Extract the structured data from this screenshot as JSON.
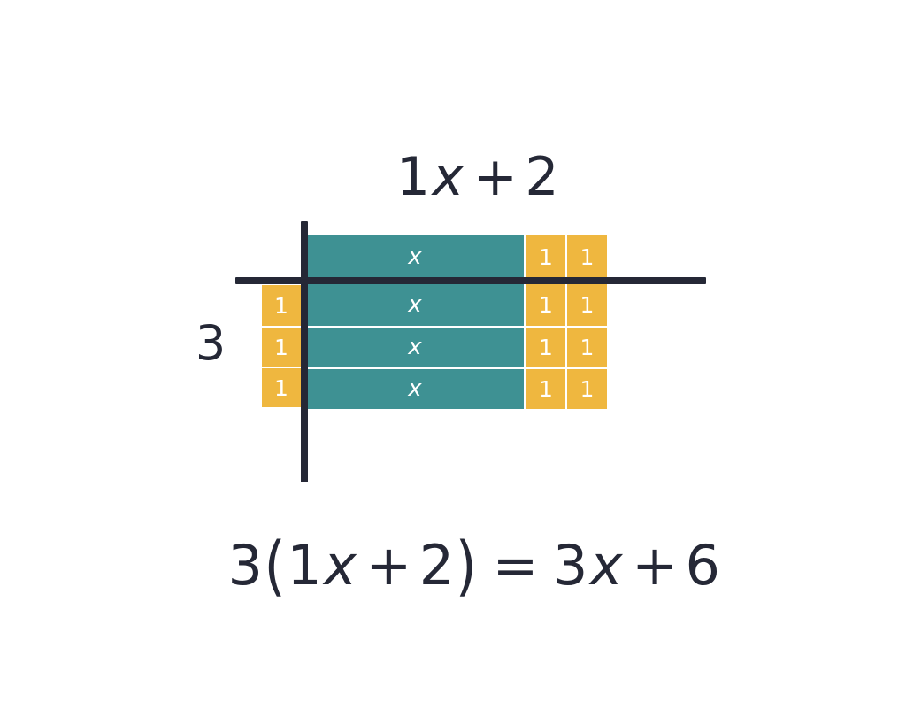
{
  "colors": {
    "background": "#FFFFFF",
    "x_tile": "#3E9193",
    "unit_tile": "#EFB73F",
    "ink": "#252836",
    "tile_label": "#FFFFFF"
  },
  "top_expression": {
    "full_text": "1x + 2",
    "coefficient": "1",
    "variable": "x",
    "operator": "+",
    "constant": "2"
  },
  "left_factor": {
    "label": "3"
  },
  "bottom_equation": {
    "full_text": "3(1x + 2) = 3x + 6",
    "outer_factor": "3",
    "open_paren": "(",
    "inner_coefficient": "1",
    "inner_variable": "x",
    "inner_operator": "+",
    "inner_constant": "2",
    "close_paren": ")",
    "equals": "=",
    "result_coefficient": "3",
    "result_variable": "x",
    "result_operator": "+",
    "result_constant": "6"
  },
  "area_model": {
    "description": "Algebra tile area model for the distributive property",
    "x_tile_label": "x",
    "unit_tile_label": "1",
    "rows": 4,
    "header_row_index": 0,
    "x_tiles_per_row": 1,
    "right_unit_tiles_per_row": 2,
    "left_unit_tiles_count": 3,
    "total_x_tiles": 3,
    "total_unit_tiles": 6,
    "grid": {
      "header": {
        "x_tiles": [
          "x"
        ],
        "unit_tiles": [
          "1",
          "1"
        ]
      },
      "body_rows": [
        {
          "left_unit": "1",
          "x_tiles": [
            "x"
          ],
          "unit_tiles": [
            "1",
            "1"
          ]
        },
        {
          "left_unit": "1",
          "x_tiles": [
            "x"
          ],
          "unit_tiles": [
            "1",
            "1"
          ]
        },
        {
          "left_unit": "1",
          "x_tiles": [
            "x"
          ],
          "unit_tiles": [
            "1",
            "1"
          ]
        }
      ]
    }
  }
}
